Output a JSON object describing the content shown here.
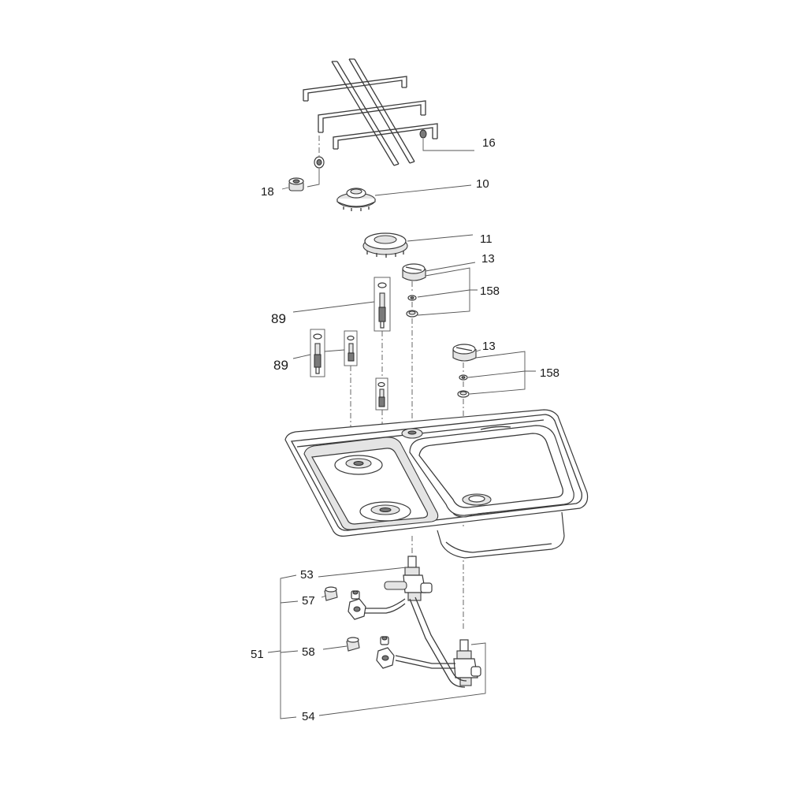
{
  "callouts": {
    "c16": "16",
    "c18": "18",
    "c10": "10",
    "c11": "11",
    "c13a": "13",
    "c158a": "158",
    "c89a": "89",
    "c89b": "89",
    "c13b": "13",
    "c158b": "158",
    "c53": "53",
    "c57": "57",
    "c51": "51",
    "c58": "58",
    "c54": "54"
  }
}
